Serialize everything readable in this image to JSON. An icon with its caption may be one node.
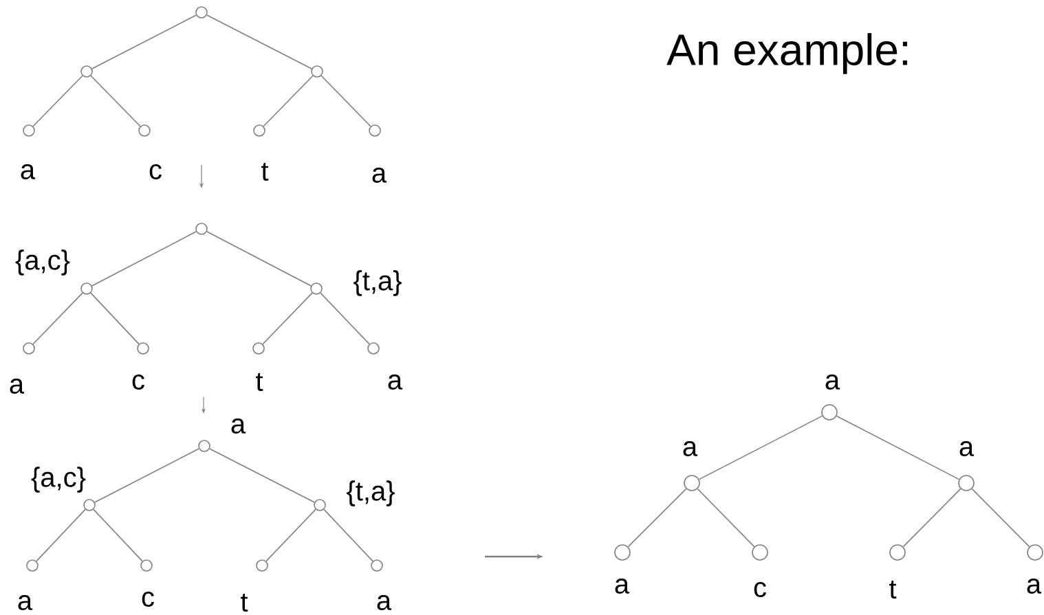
{
  "diagram": {
    "title": "An example:",
    "nodes": [
      {
        "text": [],
        "shape": "circle"
      },
      {
        "text": [],
        "shape": "circle"
      },
      {
        "text": [],
        "shape": "circle"
      },
      {
        "text": [],
        "shape": "circle",
        "beside": [
          "a"
        ]
      },
      {
        "text": [],
        "shape": "circle",
        "beside": [
          "c"
        ]
      },
      {
        "text": [],
        "shape": "circle",
        "beside": [
          "t"
        ]
      },
      {
        "text": [],
        "shape": "circle",
        "beside": [
          "a"
        ]
      },
      {
        "text": [],
        "shape": "circle"
      },
      {
        "text": [],
        "shape": "circle",
        "beside": [
          "{a,c}"
        ]
      },
      {
        "text": [],
        "shape": "circle",
        "beside": [
          "{t,a}"
        ]
      },
      {
        "text": [],
        "shape": "circle",
        "beside": [
          "a"
        ]
      },
      {
        "text": [],
        "shape": "circle",
        "beside": [
          "c"
        ]
      },
      {
        "text": [],
        "shape": "circle",
        "beside": [
          "t"
        ]
      },
      {
        "text": [],
        "shape": "circle",
        "beside": [
          "a"
        ]
      },
      {
        "text": [],
        "shape": "circle",
        "beside": [
          "a"
        ]
      },
      {
        "text": [],
        "shape": "circle",
        "beside": [
          "{a,c}"
        ]
      },
      {
        "text": [],
        "shape": "circle",
        "beside": [
          "{t,a}"
        ]
      },
      {
        "text": [],
        "shape": "circle",
        "beside": [
          "a"
        ]
      },
      {
        "text": [],
        "shape": "circle",
        "beside": [
          "c"
        ]
      },
      {
        "text": [],
        "shape": "circle",
        "beside": [
          "t"
        ]
      },
      {
        "text": [],
        "shape": "circle",
        "beside": [
          "a"
        ]
      },
      {
        "text": [],
        "shape": "circle",
        "beside": [
          "a"
        ]
      },
      {
        "text": [],
        "shape": "circle",
        "beside": [
          "a"
        ]
      },
      {
        "text": [],
        "shape": "circle",
        "beside": [
          "a"
        ]
      },
      {
        "text": [],
        "shape": "circle",
        "beside": [
          "a"
        ]
      },
      {
        "text": [],
        "shape": "circle",
        "beside": [
          "c"
        ]
      },
      {
        "text": [],
        "shape": "circle",
        "beside": [
          "t"
        ]
      },
      {
        "text": [],
        "shape": "circle",
        "beside": [
          "a"
        ]
      }
    ],
    "edges": [
      {
        "from": 0,
        "to": 1,
        "arrow": "none"
      },
      {
        "from": 0,
        "to": 2,
        "arrow": "none"
      },
      {
        "from": 1,
        "to": 3,
        "arrow": "none"
      },
      {
        "from": 1,
        "to": 4,
        "arrow": "none"
      },
      {
        "from": 2,
        "to": 5,
        "arrow": "none"
      },
      {
        "from": 2,
        "to": 6,
        "arrow": "none"
      },
      {
        "from": 7,
        "to": 8,
        "arrow": "none"
      },
      {
        "from": 7,
        "to": 9,
        "arrow": "none"
      },
      {
        "from": 8,
        "to": 10,
        "arrow": "none"
      },
      {
        "from": 8,
        "to": 11,
        "arrow": "none"
      },
      {
        "from": 9,
        "to": 12,
        "arrow": "none"
      },
      {
        "from": 9,
        "to": 13,
        "arrow": "none"
      },
      {
        "from": 14,
        "to": 15,
        "arrow": "none"
      },
      {
        "from": 14,
        "to": 16,
        "arrow": "none"
      },
      {
        "from": 15,
        "to": 17,
        "arrow": "none"
      },
      {
        "from": 15,
        "to": 18,
        "arrow": "none"
      },
      {
        "from": 16,
        "to": 19,
        "arrow": "none"
      },
      {
        "from": 16,
        "to": 20,
        "arrow": "none"
      },
      {
        "from": 21,
        "to": 22,
        "arrow": "none"
      },
      {
        "from": 21,
        "to": 23,
        "arrow": "none"
      },
      {
        "from": 22,
        "to": 24,
        "arrow": "none"
      },
      {
        "from": 22,
        "to": 25,
        "arrow": "none"
      },
      {
        "from": 23,
        "to": 26,
        "arrow": "none"
      },
      {
        "from": 23,
        "to": 27,
        "arrow": "none"
      }
    ]
  }
}
